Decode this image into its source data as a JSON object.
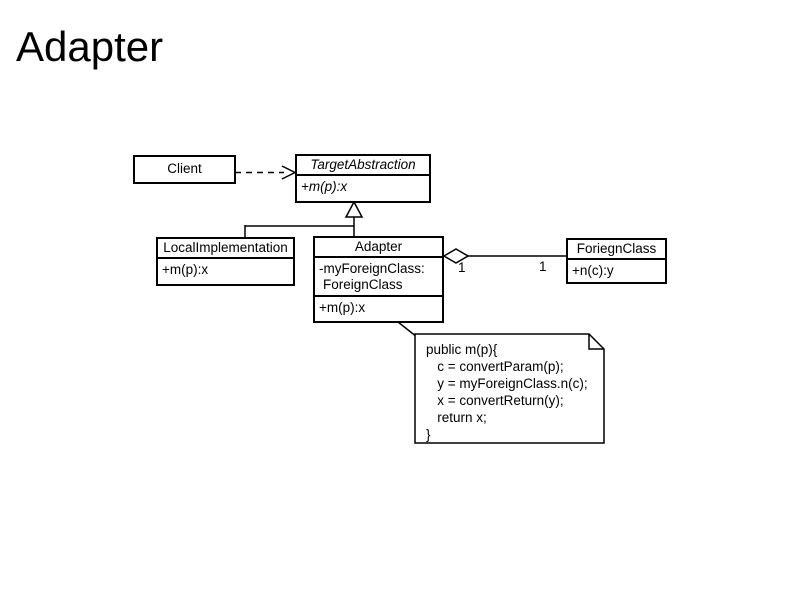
{
  "slide": {
    "title": "Adapter"
  },
  "diagram": {
    "client": {
      "name": "Client"
    },
    "target_abstraction": {
      "name": "TargetAbstraction",
      "operation": "+m(p):x"
    },
    "local_implementation": {
      "name": "LocalImplementation",
      "operation": "+m(p):x"
    },
    "adapter": {
      "name": "Adapter",
      "attribute_line1": "-myForeignClass:",
      "attribute_line2": "ForeignClass",
      "operation": "+m(p):x"
    },
    "foreign_class": {
      "name": "ForiegnClass",
      "operation": "+n(c):y"
    },
    "aggregation": {
      "adapter_end_multiplicity": "1",
      "foreign_end_multiplicity": "1"
    },
    "note": {
      "lines": [
        "public m(p){",
        "   c = convertParam(p);",
        "   y = myForeignClass.n(c);",
        "   x = convertReturn(y);",
        "   return x;",
        "}"
      ]
    }
  },
  "colors": {
    "ink": "#000000",
    "background": "#ffffff"
  }
}
